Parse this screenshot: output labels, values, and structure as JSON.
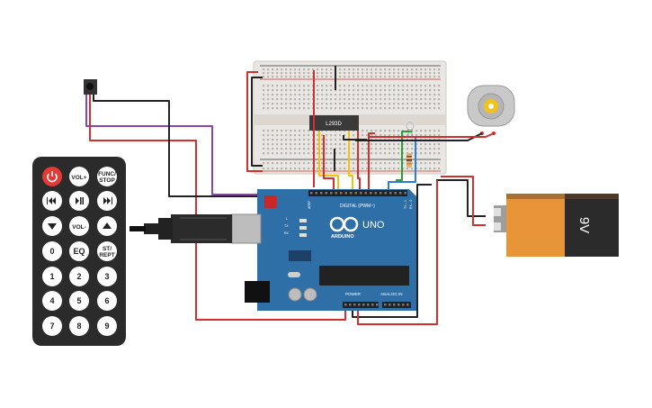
{
  "remote": {
    "power_icon": "power-icon",
    "buttons": [
      {
        "label": "",
        "name": "power-button",
        "icon": "power-icon"
      },
      {
        "label": "VOL+",
        "name": "vol-up-button"
      },
      {
        "label": "FUNC/STOP",
        "name": "func-stop-button"
      },
      {
        "label": "",
        "name": "prev-button",
        "icon": "rewind-icon"
      },
      {
        "label": "",
        "name": "play-pause-button",
        "icon": "play-pause-icon"
      },
      {
        "label": "",
        "name": "next-button",
        "icon": "fast-forward-icon"
      },
      {
        "label": "",
        "name": "down-button",
        "icon": "triangle-down-icon"
      },
      {
        "label": "VOL-",
        "name": "vol-down-button"
      },
      {
        "label": "",
        "name": "up-button",
        "icon": "triangle-up-icon"
      },
      {
        "label": "0",
        "name": "digit-0-button"
      },
      {
        "label": "EQ",
        "name": "eq-button"
      },
      {
        "label": "ST/REPT",
        "name": "st-rept-button"
      },
      {
        "label": "1",
        "name": "digit-1-button"
      },
      {
        "label": "2",
        "name": "digit-2-button"
      },
      {
        "label": "3",
        "name": "digit-3-button"
      },
      {
        "label": "4",
        "name": "digit-4-button"
      },
      {
        "label": "5",
        "name": "digit-5-button"
      },
      {
        "label": "6",
        "name": "digit-6-button"
      },
      {
        "label": "7",
        "name": "digit-7-button"
      },
      {
        "label": "8",
        "name": "digit-8-button"
      },
      {
        "label": "9",
        "name": "digit-9-button"
      }
    ]
  },
  "chip": {
    "label": "L293D"
  },
  "battery": {
    "label": "9V"
  },
  "arduino": {
    "model": "UNO",
    "brand": "ARDUINO",
    "digital_label": "DIGITAL (PWM~)",
    "power_label": "POWER",
    "analog_label": "ANALOG IN",
    "aref": "AREF",
    "led_l": "L",
    "led_tx": "TX",
    "led_rx": "RX",
    "tx_pin": "TX→1",
    "rx_pin": "RX←0"
  },
  "colors": {
    "board": "#2f6fa8",
    "breadboard": "#e9e7e3",
    "remote": "#2b2b2b",
    "power_btn": "#e53935",
    "battery_body": "#e8953a",
    "wire_red": "#d32f2f",
    "wire_black": "#222222",
    "wire_purple": "#8e44ad",
    "wire_yellow": "#f4c20d",
    "wire_green": "#2e9d3f",
    "wire_blue": "#2a7fd4"
  }
}
